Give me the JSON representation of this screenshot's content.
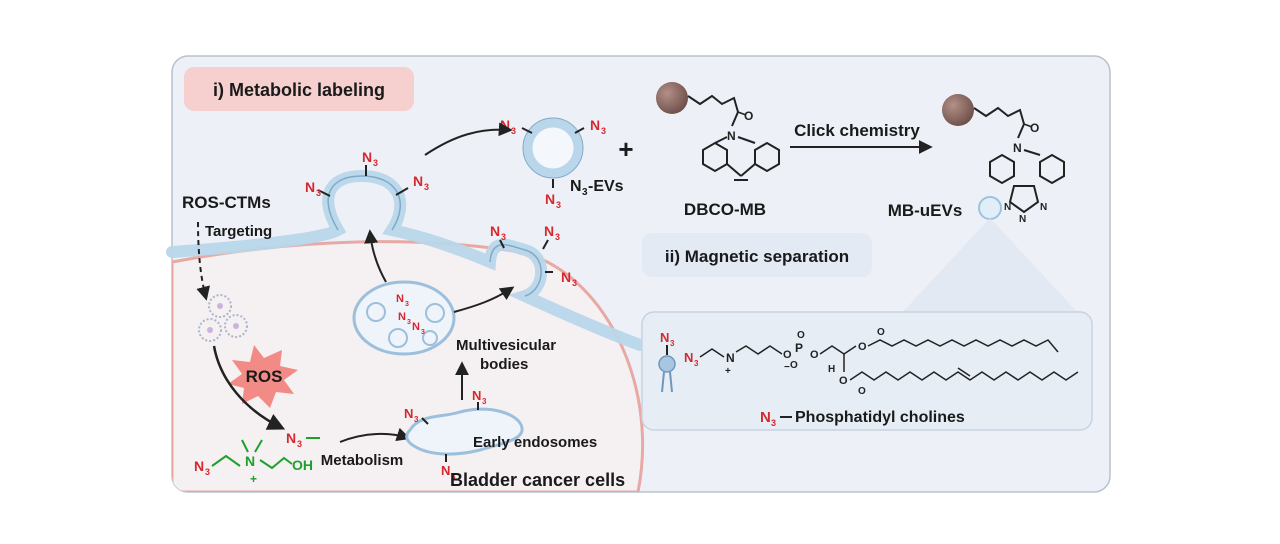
{
  "colors": {
    "panel_bg": "#edf1f7",
    "membrane": "#b9d6ea",
    "membrane_edge": "#7fa9c8",
    "cell_edge": "#e8a9a4",
    "label_pill": "#f6cfcf",
    "azide_red": "#d6282e",
    "choline_green": "#1ea12c",
    "bead": "#8c6a63"
  },
  "labels": {
    "metabolic_labeling": "i) Metabolic labeling",
    "magnetic_separation": "ii) Magnetic separation",
    "ros_ctms": "ROS-CTMs",
    "targeting": "Targeting",
    "ros": "ROS",
    "metabolism": "Metabolism",
    "early_endosomes": "Early endosomes",
    "bladder_cancer_cells": "Bladder cancer cells",
    "multivesicular": "Multivesicular",
    "bodies": "bodies",
    "n3_evs": "-EVs",
    "plus": "+",
    "dbco_mb": "DBCO-MB",
    "click_chemistry": "Click chemistry",
    "mb_uevs": "MB-uEVs",
    "phosphatidyl_cholines": "Phosphatidyl cholines",
    "azide_n": "N",
    "azide_sub": "3",
    "oh": "OH",
    "plus_charge": "+",
    "minus_charge": "−",
    "o": "O",
    "p": "P",
    "h": "H",
    "n": "N"
  }
}
